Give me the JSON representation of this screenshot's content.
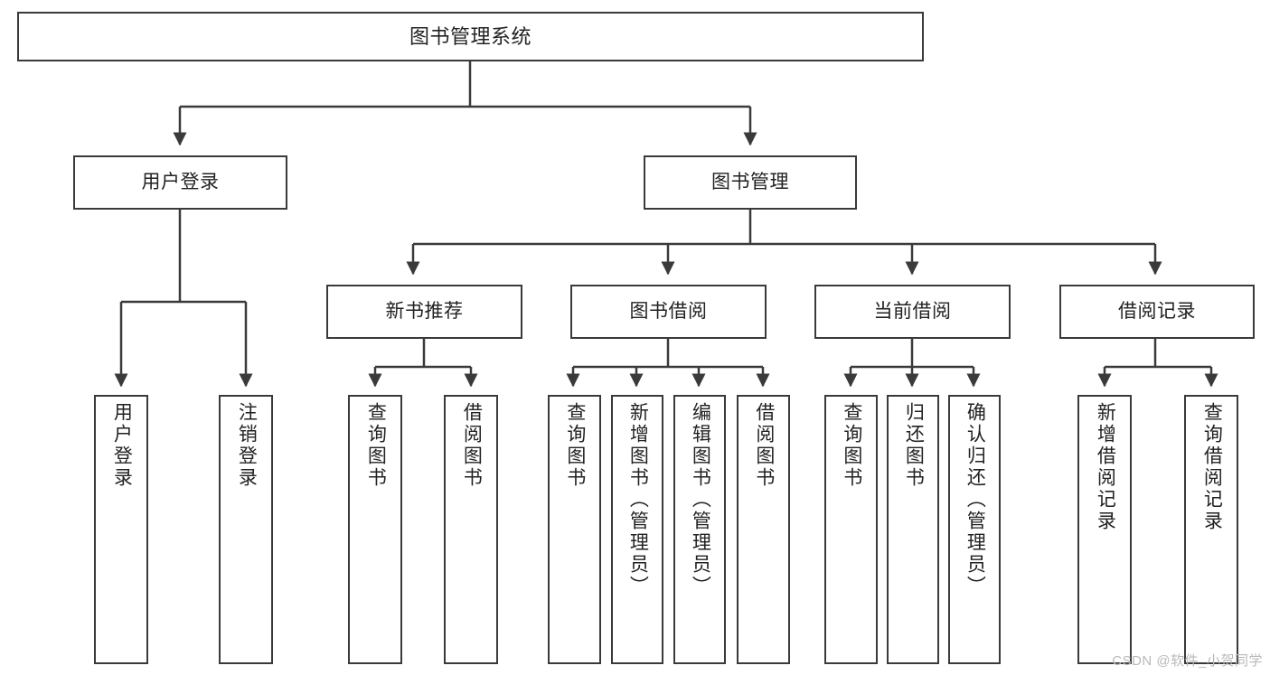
{
  "diagram": {
    "title": "图书管理系统",
    "type": "tree-hierarchy",
    "watermark": "CSDN @软件_小贺同学",
    "colors": {
      "box_border": "#3a3a3a",
      "box_fill": "#ffffff",
      "connector": "#3a3a3a",
      "text": "#222222",
      "watermark": "#b9b9b9",
      "background": "#ffffff"
    },
    "nodes": {
      "root": {
        "label": "图书管理系统"
      },
      "level2": [
        {
          "label": "用户登录"
        },
        {
          "label": "图书管理"
        }
      ],
      "level3": [
        {
          "label": "新书推荐"
        },
        {
          "label": "图书借阅"
        },
        {
          "label": "当前借阅"
        },
        {
          "label": "借阅记录"
        }
      ],
      "leaves": {
        "user_login": [
          {
            "label": "用户登录"
          },
          {
            "label": "注销登录"
          }
        ],
        "new_book_recommend": [
          {
            "label": "查询图书"
          },
          {
            "label": "借阅图书"
          }
        ],
        "book_borrow": [
          {
            "label": "查询图书"
          },
          {
            "label": "新增图书（管理员）"
          },
          {
            "label": "编辑图书（管理员）"
          },
          {
            "label": "借阅图书"
          }
        ],
        "current_borrow": [
          {
            "label": "查询图书"
          },
          {
            "label": "归还图书"
          },
          {
            "label": "确认归还（管理员）"
          }
        ],
        "borrow_record": [
          {
            "label": "新增借阅记录"
          },
          {
            "label": "查询借阅记录"
          }
        ]
      }
    }
  }
}
